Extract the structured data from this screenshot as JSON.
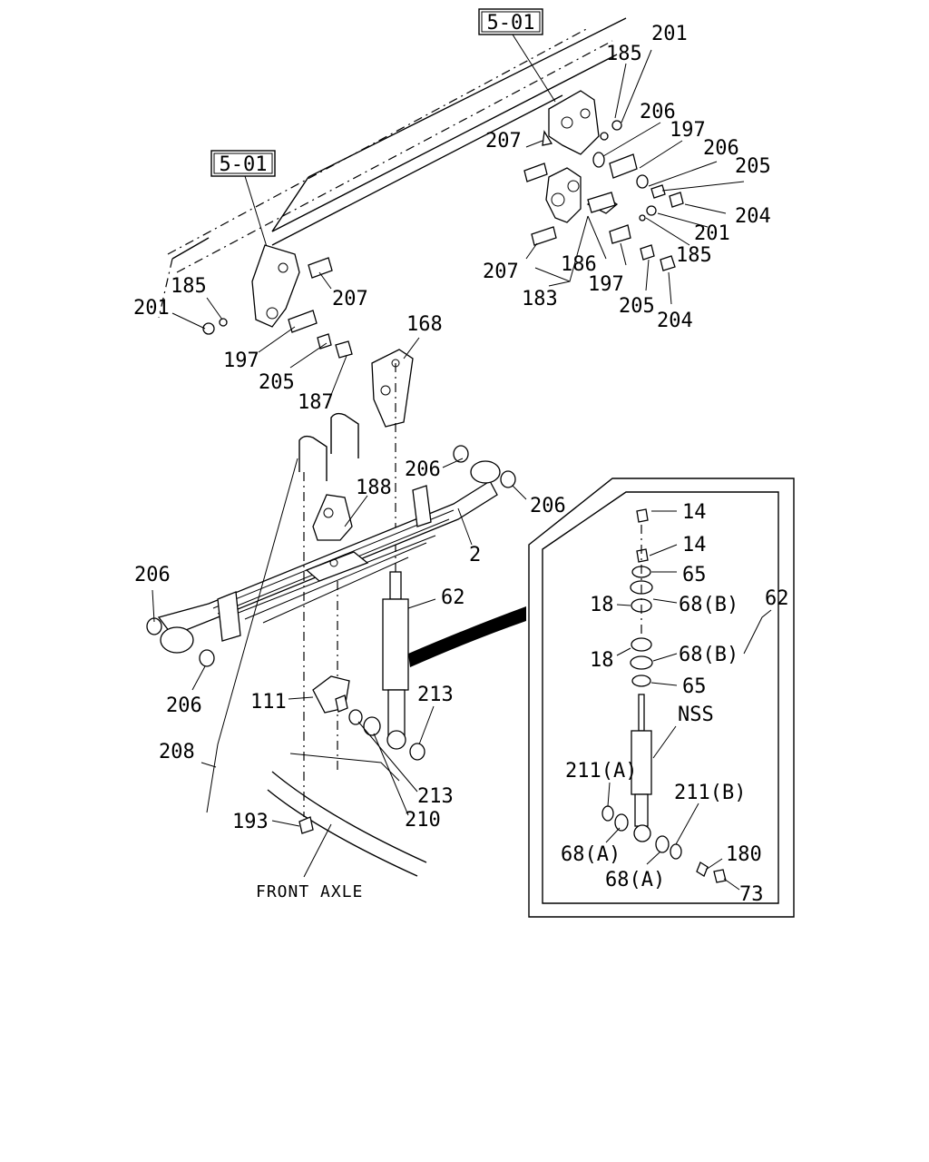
{
  "diagram": {
    "section_refs": [
      "5-01",
      "5-01"
    ],
    "caption": "FRONT AXLE",
    "labels": {
      "l201_top": "201",
      "l185_top": "185",
      "l206_a": "206",
      "l197_a": "197",
      "l206_b": "206",
      "l205_a": "205",
      "l204_a": "204",
      "l207_a": "207",
      "l201_b": "201",
      "l185_b": "185",
      "l186": "186",
      "l197_b": "197",
      "l205_b": "205",
      "l204_b": "204",
      "l207_b": "207",
      "l183": "183",
      "l185_c": "185",
      "l201_c": "201",
      "l207_c": "207",
      "l197_c": "197",
      "l205_c": "205",
      "l187": "187",
      "l168": "168",
      "l206_c": "206",
      "l206_d": "206",
      "l188": "188",
      "l2": "2",
      "l206_e": "206",
      "l62_a": "62",
      "l206_f": "206",
      "l111": "111",
      "l213_a": "213",
      "l208": "208",
      "l213_b": "213",
      "l210": "210",
      "l193": "193",
      "l14_a": "14",
      "l14_b": "14",
      "l65_a": "65",
      "l18_a": "18",
      "l68b_a": "68(B)",
      "l62_b": "62",
      "l18_b": "18",
      "l68b_b": "68(B)",
      "l65_b": "65",
      "lnss": "NSS",
      "l211a": "211(A)",
      "l211b": "211(B)",
      "l68a_a": "68(A)",
      "l180": "180",
      "l68a_b": "68(A)",
      "l73": "73"
    }
  }
}
